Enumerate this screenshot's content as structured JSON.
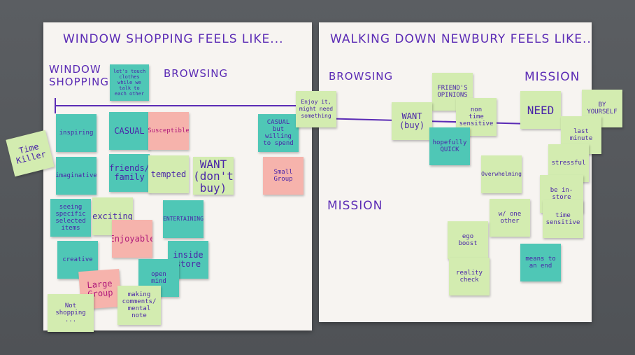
{
  "left_poster": {
    "title": "WINDOW SHOPPING FEELS LIKE...",
    "label_window": "WINDOW\nSHOPPING",
    "label_browsing": "BROWSING"
  },
  "right_poster": {
    "title": "WALKING DOWN NEWBURY FEELS LIKE...",
    "label_browsing": "BROWSING",
    "label_mission": "MISSION",
    "label_mission_lower": "MISSION"
  },
  "colors": {
    "teal": "#4fc7b6",
    "green": "#d3ecb0",
    "pink": "#f6b3ac",
    "ink": "#5b2bb5"
  },
  "notes": {
    "lets_touch": "let's touch clothes while we talk to each other",
    "inspiring": "inspiring",
    "casual": "CASUAL",
    "susceptible": "Susceptible",
    "casual2": "CASUAL\nbut willing to spend",
    "enjoy": "Enjoy it, might need something",
    "time_killer": "Time\nKiller",
    "imaginative": "imaginative",
    "friends_family": "friends/\nfamily",
    "tempted": "tempted",
    "want_dont": "WANT\n(don't buy)",
    "small_group": "Small\nGroup",
    "seeing_specific": "seeing\nspecific\nselected\nitems",
    "exciting": "exciting",
    "entertaining": "ENTERTAINING",
    "enjoyable": "Enjoyable",
    "creative": "creative",
    "inside_store": "inside\nstore",
    "open_mind": "open\nmind",
    "large_group": "Large\nGroup",
    "not_shopping": "Not\nshopping\n...",
    "making_comments": "making\ncomments/\nmental\nnote",
    "friends_opinions": "FRIEND'S\nOPINIONS",
    "want_buy": "WANT\n(buy)",
    "non_time": "non\ntime\nsensitive",
    "hopefully_quick": "hopefully\nQUICK",
    "need": "NEED",
    "by_yourself": "BY\nYOURSELF",
    "last_minute": "last\nminute",
    "stressful": "stressful",
    "overwhelming": "Overwhelming",
    "be_in_store": "be in-store",
    "w_one_other": "w/ one\nother",
    "time_sensitive": "time\nsensitive",
    "ego_boost": "ego\nboost",
    "means_to_end": "means to\nan end",
    "reality_check": "reality\ncheck"
  }
}
